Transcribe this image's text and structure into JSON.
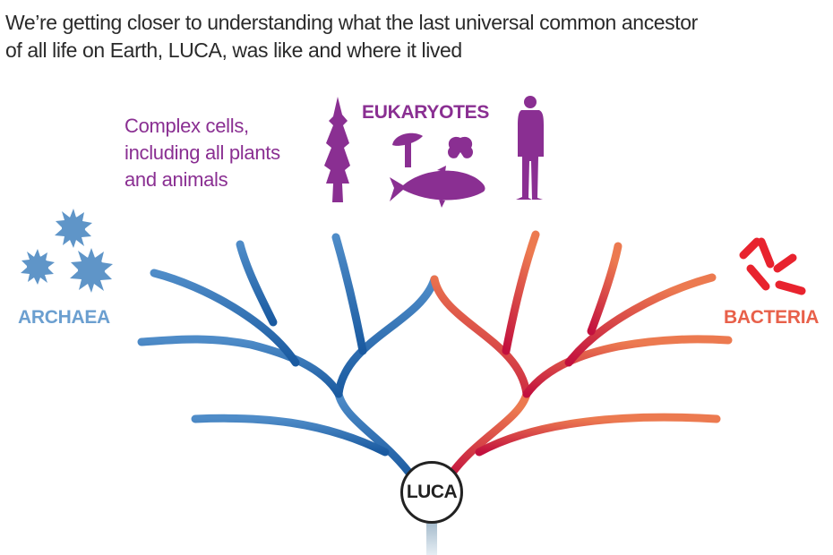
{
  "title": {
    "line1": "We’re getting closer to understanding what the last universal common ancestor",
    "line2": "of all life on Earth, LUCA, was like and where it lived"
  },
  "eukaryotes": {
    "label": "EUKARYOTES",
    "description": [
      "Complex cells,",
      "including all plants",
      "and animals"
    ],
    "color": "#8a2f92"
  },
  "archaea": {
    "label": "ARCHAEA",
    "color": "#6b9fd0"
  },
  "bacteria": {
    "label": "BACTERIA",
    "color": "#e8604a"
  },
  "root": {
    "label": "LUCA"
  }
}
